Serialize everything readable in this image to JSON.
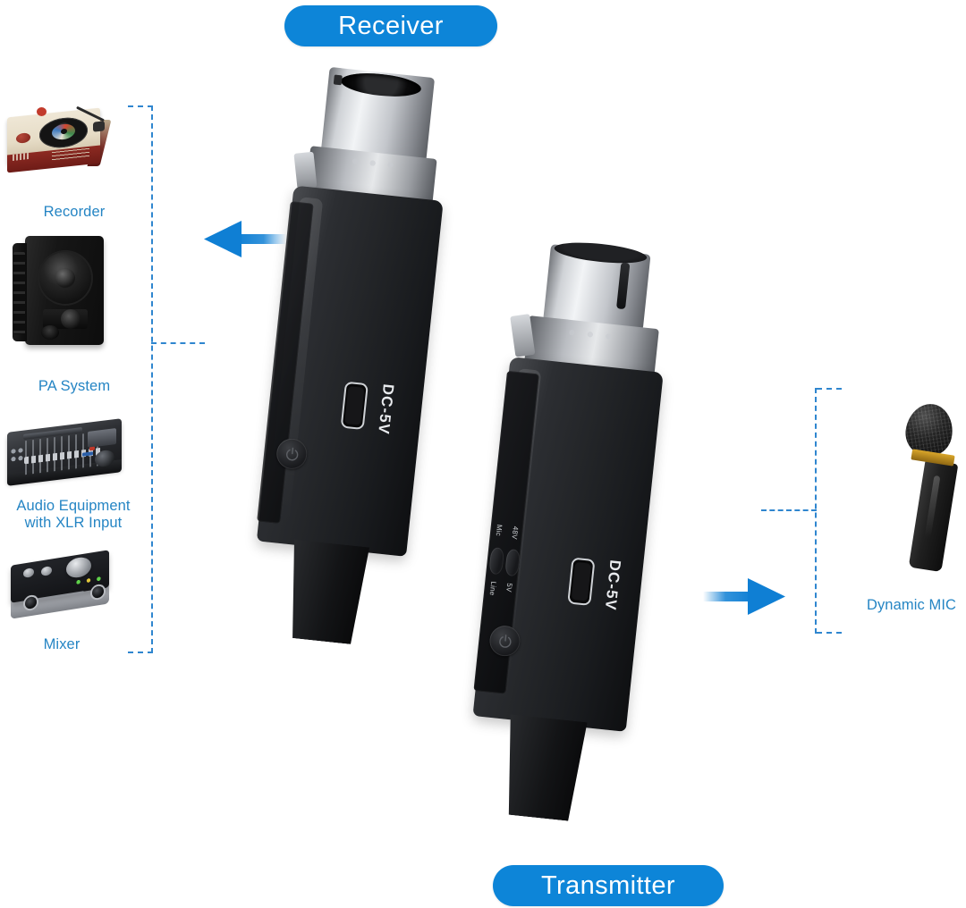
{
  "theme": {
    "pill_blue": "#0d85d8",
    "label_blue": "#2585c4",
    "dash_blue": "#2f86cf",
    "arrow_blue": "#0f7fd4",
    "background": "#ffffff"
  },
  "headings": {
    "receiver": "Receiver",
    "transmitter": "Transmitter"
  },
  "left_group": {
    "caption": "",
    "items": [
      {
        "label": "Recorder",
        "icon": "turntable-recorder-icon"
      },
      {
        "label": "PA System",
        "icon": "pa-speaker-icon"
      },
      {
        "label": "Audio Equipment\nwith XLR Input",
        "icon": "mixing-console-icon"
      },
      {
        "label": "Mixer",
        "icon": "audio-interface-mixer-icon"
      }
    ]
  },
  "right_group": {
    "items": [
      {
        "label": "Dynamic MIC",
        "icon": "dynamic-microphone-icon"
      }
    ]
  },
  "devices": {
    "receiver": {
      "name": "Receiver",
      "port_label": "DC-5V",
      "port_type": "usb-c",
      "connector": "female-xlr",
      "controls": [
        {
          "name": "power-button",
          "glyph": "power"
        }
      ]
    },
    "transmitter": {
      "name": "Transmitter",
      "port_label": "DC-5V",
      "port_type": "usb-c",
      "connector": "male-xlr",
      "switches": [
        {
          "top": "Mic",
          "bottom": "Line"
        },
        {
          "top": "48V",
          "bottom": "5V"
        }
      ],
      "controls": [
        {
          "name": "power-button",
          "glyph": "power"
        }
      ]
    }
  },
  "arrows": [
    {
      "name": "signal-arrow-to-outputs",
      "direction": "left"
    },
    {
      "name": "signal-arrow-to-mic",
      "direction": "right"
    }
  ]
}
